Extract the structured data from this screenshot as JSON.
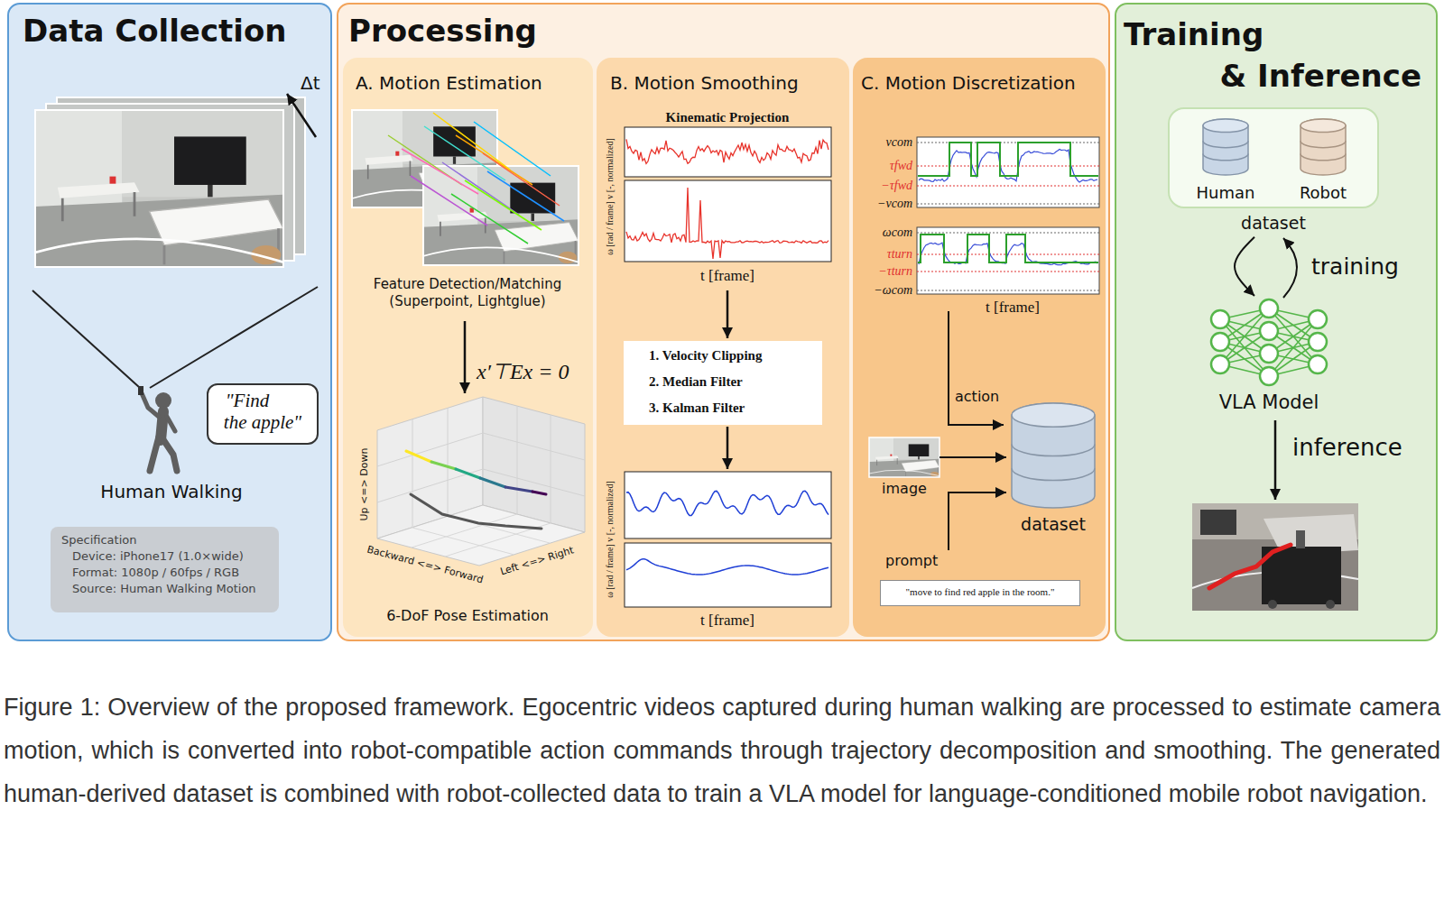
{
  "diagram": {
    "caption": "Figure 1: Overview of the proposed framework. Egocentric videos captured during human walking are processed to estimate camera motion, which is converted into robot-compatible action commands through trajectory decomposition and smoothing. The generated human-derived dataset is combined with robot-collected data to train a VLA model for language-conditioned mobile robot navigation.",
    "nodes": [
      {
        "text": [
          "Data Collection"
        ]
      },
      {
        "text": [
          "\"Find the apple\""
        ],
        "in": 0
      },
      {
        "text": [
          "Specification",
          "Device: iPhone17 (1.0×wide)",
          "Format: 1080p / 60fps / RGB",
          "Source: Human Walking Motion"
        ],
        "in": 0
      },
      {
        "text": [
          "Processing"
        ]
      },
      {
        "text": [
          "A. Motion Estimation"
        ],
        "in": 3
      },
      {
        "text": [
          "B. Motion Smoothing"
        ],
        "in": 3
      },
      {
        "text": [
          "1. Velocity Clipping",
          "2. Median Filter",
          "3. Kalman Filter"
        ],
        "in": 5
      },
      {
        "text": [
          "C. Motion Discretization"
        ],
        "in": 3
      },
      {
        "text": [
          "image"
        ],
        "in": 7
      },
      {
        "text": [
          "dataset"
        ],
        "in": 7
      },
      {
        "text": [
          "prompt",
          "\"move to find red apple in the room.\""
        ],
        "in": 7
      },
      {
        "text": [
          "Training & Inference"
        ]
      },
      {
        "text": [
          "dataset"
        ],
        "in": 11
      },
      {
        "text": [
          "Human"
        ],
        "in": 12
      },
      {
        "text": [
          "Robot"
        ],
        "in": 12
      },
      {
        "text": [
          "VLA Model"
        ],
        "in": 11
      }
    ],
    "edges": [
      {
        "from": 8,
        "to": 9,
        "arrow": "to"
      },
      {
        "from": 10,
        "to": 9,
        "arrow": "to"
      },
      {
        "from": 12,
        "to": 15,
        "label": "training",
        "arrow": "to"
      }
    ],
    "labels": [
      "Δt",
      "Human Walking",
      "Feature Detection/Matching (Superpoint, Lightglue)",
      "x′⊤Ex = 0",
      "Up <=> Down",
      "Backward <=> Forward",
      "Left <=> Right",
      "6-DoF Pose Estimation",
      "Kinematic Projection",
      "ω [rad / frame] v [-, normalized]",
      "t [frame]",
      "ω [rad / frame] v [-, normalized]",
      "t [frame]",
      "vcom",
      "τfwd",
      "−τfwd",
      "−vcom",
      "ωcom",
      "τturn",
      "−τturn",
      "−ωcom",
      "t [frame]",
      "action",
      "inference"
    ]
  }
}
